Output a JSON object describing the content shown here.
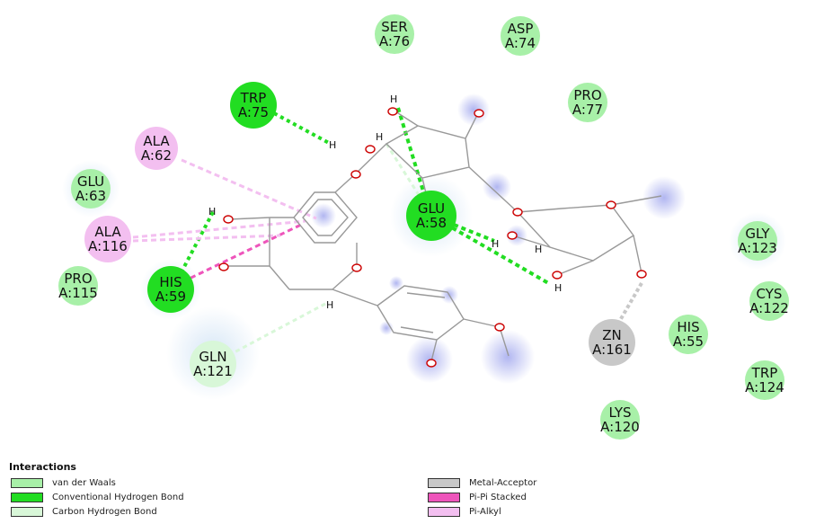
{
  "residues": [
    {
      "id": "ser76",
      "line1": "SER",
      "line2": "A:76",
      "type": "vdw"
    },
    {
      "id": "asp74",
      "line1": "ASP",
      "line2": "A:74",
      "type": "vdw"
    },
    {
      "id": "pro77",
      "line1": "PRO",
      "line2": "A:77",
      "type": "vdw"
    },
    {
      "id": "trp75",
      "line1": "TRP",
      "line2": "A:75",
      "type": "hbond"
    },
    {
      "id": "ala62",
      "line1": "ALA",
      "line2": "A:62",
      "type": "pialkyl"
    },
    {
      "id": "glu63",
      "line1": "GLU",
      "line2": "A:63",
      "type": "vdw"
    },
    {
      "id": "ala116",
      "line1": "ALA",
      "line2": "A:116",
      "type": "pialkyl"
    },
    {
      "id": "pro115",
      "line1": "PRO",
      "line2": "A:115",
      "type": "vdw"
    },
    {
      "id": "his59",
      "line1": "HIS",
      "line2": "A:59",
      "type": "hbond"
    },
    {
      "id": "gln121",
      "line1": "GLN",
      "line2": "A:121",
      "type": "chbond"
    },
    {
      "id": "glu58",
      "line1": "GLU",
      "line2": "A:58",
      "type": "hbond"
    },
    {
      "id": "gly123",
      "line1": "GLY",
      "line2": "A:123",
      "type": "vdw"
    },
    {
      "id": "cys122",
      "line1": "CYS",
      "line2": "A:122",
      "type": "vdw"
    },
    {
      "id": "his55",
      "line1": "HIS",
      "line2": "A:55",
      "type": "vdw"
    },
    {
      "id": "zn161",
      "line1": "ZN",
      "line2": "A:161",
      "type": "metal"
    },
    {
      "id": "trp124",
      "line1": "TRP",
      "line2": "A:124",
      "type": "vdw"
    },
    {
      "id": "lys120",
      "line1": "LYS",
      "line2": "A:120",
      "type": "vdw"
    }
  ],
  "atoms": {
    "oxygen": "O",
    "hydrogen": "H"
  },
  "legend": {
    "title": "Interactions",
    "items": [
      {
        "key": "vdw",
        "label": "van der Waals"
      },
      {
        "key": "hbond",
        "label": "Conventional Hydrogen Bond"
      },
      {
        "key": "chbond",
        "label": "Carbon Hydrogen Bond"
      },
      {
        "key": "metal",
        "label": "Metal-Acceptor"
      },
      {
        "key": "pipi",
        "label": "Pi-Pi Stacked"
      },
      {
        "key": "pialkyl",
        "label": "Pi-Alkyl"
      }
    ]
  },
  "colors": {
    "vdw": "#a8f0a8",
    "hbond": "#22dd22",
    "chbond": "#d8f7d8",
    "metal": "#c8c8c8",
    "pipi": "#ee55bb",
    "pialkyl": "#f3bff0",
    "oxygen": "#cc0000",
    "bond": "#999999"
  }
}
